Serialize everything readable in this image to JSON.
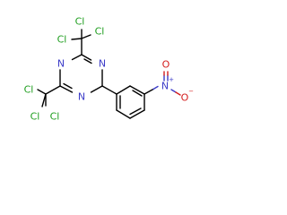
{
  "atoms": {
    "n_ring_top": "N",
    "n_ring_left": "N",
    "n_ring_bottom": "N",
    "cl_1": "Cl",
    "cl_2": "Cl",
    "cl_3": "Cl",
    "cl_4": "Cl",
    "cl_5": "Cl",
    "cl_6": "Cl",
    "n_nitro": "N",
    "n_nitro_charge": "+",
    "o_nitro_top": "O",
    "o_nitro_right": "O",
    "o_nitro_right_charge": "−"
  },
  "colors": {
    "carbon": "#000000",
    "nitrogen": "#3c3cc8",
    "oxygen": "#d41e1e",
    "chlorine": "#1f9e1f",
    "background": "#ffffff"
  }
}
